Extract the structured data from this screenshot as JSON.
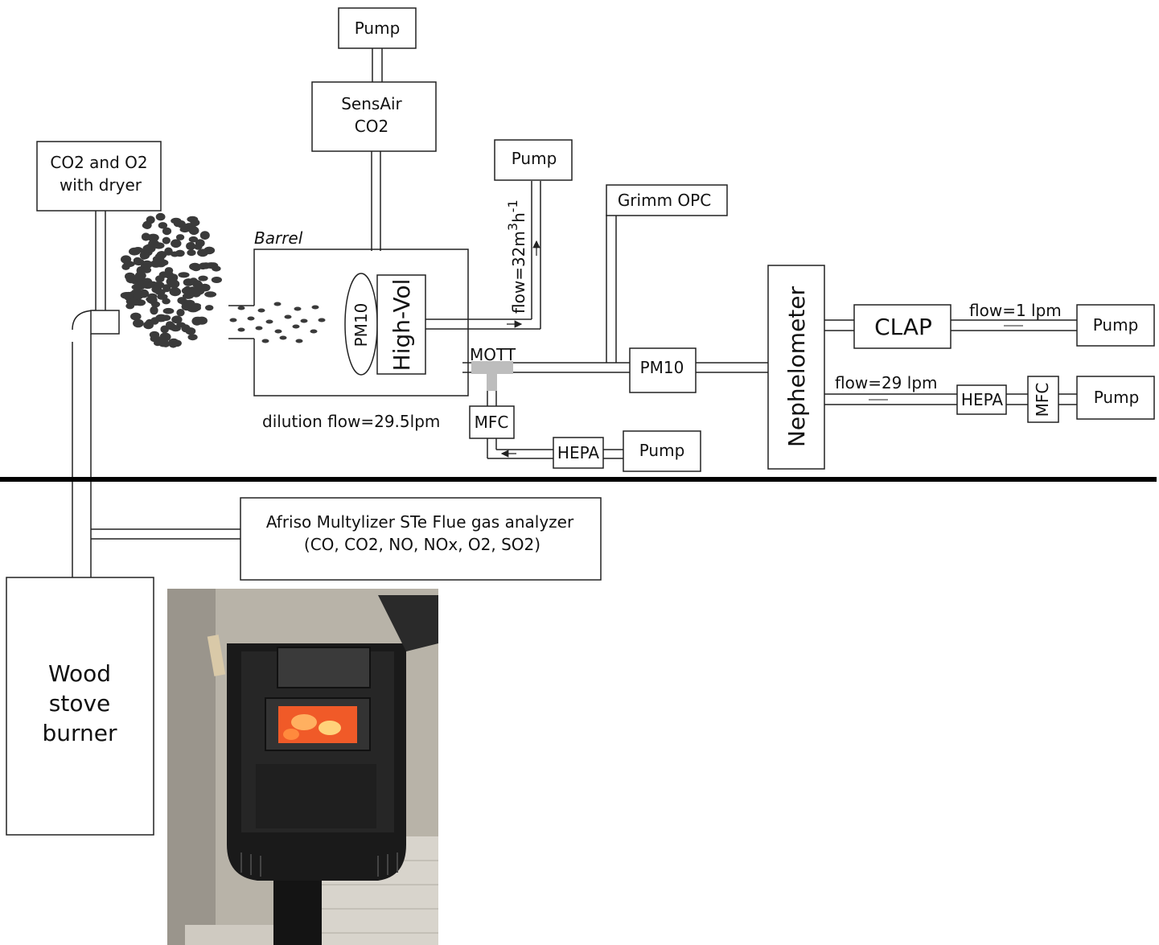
{
  "labels": {
    "pump_top": "Pump",
    "sensair_l1": "SensAir",
    "sensair_l2": "CO2",
    "co2o2_l1": "CO2 and O2",
    "co2o2_l2": "with dryer",
    "pump_highvol": "Pump",
    "barrel": "Barrel",
    "pm10_oval": "PM10",
    "highvol": "High-Vol",
    "flow_32_base": "flow=32m",
    "flow_32_sup1": "3",
    "flow_32_mid": "h",
    "flow_32_sup2": "-1",
    "grimm": "Grimm OPC",
    "mott": "MOTT",
    "pm10_box": "PM10",
    "nephelometer": "Nephelometer",
    "clap": "CLAP",
    "flow_1": "flow=1 lpm",
    "pump_clap": "Pump",
    "flow_29": "flow=29 lpm",
    "hepa_right": "HEPA",
    "mfc_right": "MFC",
    "pump_right": "Pump",
    "dilution": "dilution flow=29.5lpm",
    "mfc_dilution": "MFC",
    "hepa_dilution": "HEPA",
    "pump_dilution": "Pump",
    "afriso_l1": "Afriso Multylizer STe Flue gas analyzer",
    "afriso_l2": "(CO, CO2, NO, NOx, O2, SO2)",
    "stove_l1": "Wood",
    "stove_l2": "stove",
    "stove_l3": "burner"
  },
  "colors": {
    "smoke": "#3a3a3a",
    "mott_tee": "#bdbdbd",
    "stove_body": "#1a1a1a",
    "fire": "#f05a28",
    "floor": "#b8b3a8"
  },
  "icons": {
    "smoke": "smoke-particles-icon",
    "stove_photo": "wood-stove-photo"
  }
}
